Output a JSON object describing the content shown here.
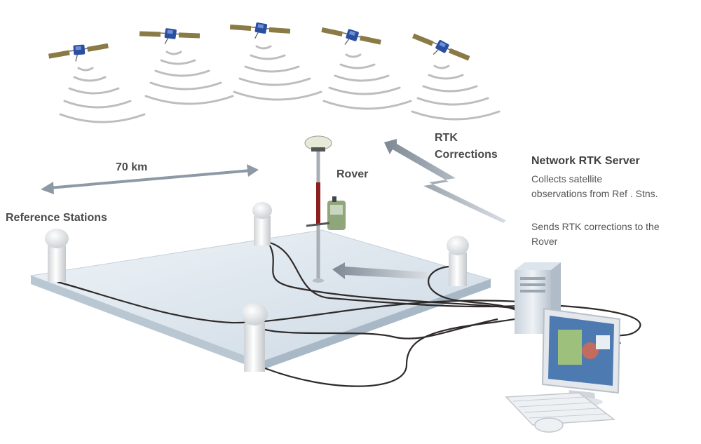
{
  "labels": {
    "distance": "70 km",
    "reference_stations": "Reference Stations",
    "rover": "Rover",
    "rtk_corrections_line1": "RTK",
    "rtk_corrections_line2": "Corrections",
    "server_title": "Network RTK Server",
    "server_desc_line1": "Collects satellite",
    "server_desc_line2": "observations from Ref . Stns.",
    "server_desc_line3": "Sends RTK corrections to the",
    "server_desc_line4": "Rover"
  },
  "colors": {
    "platform": "#dde6ef",
    "cable": "#2f2a2a",
    "arrow": "#8e99a6",
    "satellite_body": "#2a4fa0",
    "satellite_panel": "#7a6a3a",
    "signal": "#b8b8b8"
  },
  "icons": {
    "satellite": "satellite-icon",
    "reference_station": "reference-station-icon",
    "rover": "rover-receiver-icon",
    "server": "server-tower-icon",
    "monitor": "monitor-icon",
    "keyboard": "keyboard-icon",
    "mouse": "mouse-icon"
  }
}
